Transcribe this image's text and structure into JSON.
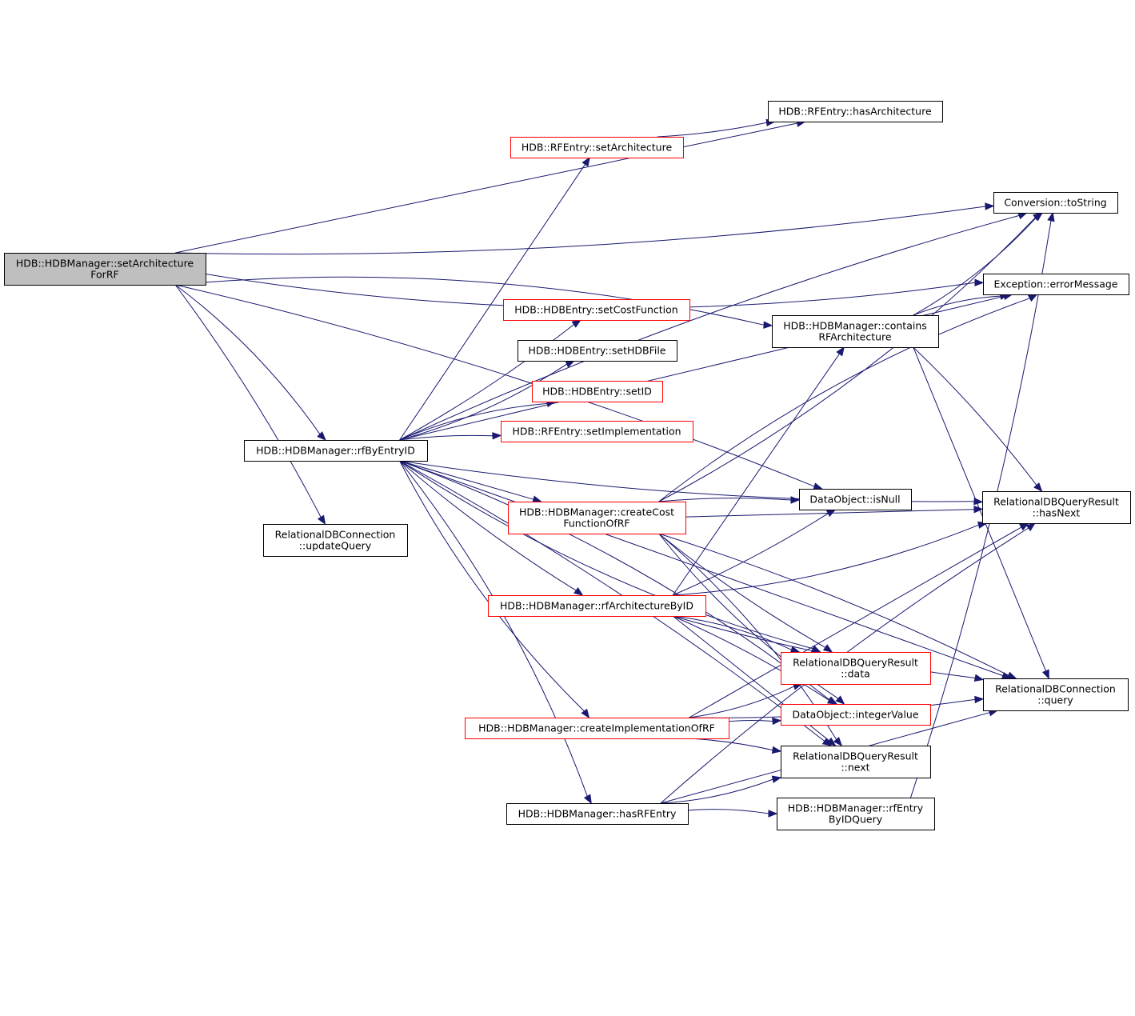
{
  "colors": {
    "edge": "#191970",
    "node_border": "#000000",
    "node_border_missing": "#ff0000",
    "root_fill": "#bfbfbf"
  },
  "nodes": {
    "root": {
      "lines": [
        "HDB::HDBManager::setArchitecture",
        "ForRF"
      ],
      "style": "root"
    },
    "rfById": {
      "lines": [
        "HDB::HDBManager::rfByEntryID"
      ],
      "style": "normal"
    },
    "updQ": {
      "lines": [
        "RelationalDBConnection",
        "::updateQuery"
      ],
      "style": "normal"
    },
    "rfHasA": {
      "lines": [
        "HDB::RFEntry::hasArchitecture"
      ],
      "style": "normal"
    },
    "rfSetA": {
      "lines": [
        "HDB::RFEntry::setArchitecture"
      ],
      "style": "red"
    },
    "setCost": {
      "lines": [
        "HDB::HDBEntry::setCostFunction"
      ],
      "style": "red"
    },
    "setHDB": {
      "lines": [
        "HDB::HDBEntry::setHDBFile"
      ],
      "style": "normal"
    },
    "setID": {
      "lines": [
        "HDB::HDBEntry::setID"
      ],
      "style": "red"
    },
    "setImpl": {
      "lines": [
        "HDB::RFEntry::setImplementation"
      ],
      "style": "red"
    },
    "createCF": {
      "lines": [
        "HDB::HDBManager::createCost",
        "FunctionOfRF"
      ],
      "style": "red"
    },
    "rfArch": {
      "lines": [
        "HDB::HDBManager::rfArchitectureByID"
      ],
      "style": "red"
    },
    "createIm": {
      "lines": [
        "HDB::HDBManager::createImplementationOfRF"
      ],
      "style": "red"
    },
    "hasRF": {
      "lines": [
        "HDB::HDBManager::hasRFEntry"
      ],
      "style": "normal"
    },
    "contains": {
      "lines": [
        "HDB::HDBManager::contains",
        "RFArchitecture"
      ],
      "style": "normal"
    },
    "isNull": {
      "lines": [
        "DataObject::isNull"
      ],
      "style": "normal"
    },
    "qrData": {
      "lines": [
        "RelationalDBQueryResult",
        "::data"
      ],
      "style": "red"
    },
    "intVal": {
      "lines": [
        "DataObject::integerValue"
      ],
      "style": "red"
    },
    "qrNext": {
      "lines": [
        "RelationalDBQueryResult",
        "::next"
      ],
      "style": "normal"
    },
    "rfEntryQ": {
      "lines": [
        "HDB::HDBManager::rfEntry",
        "ByIDQuery"
      ],
      "style": "normal"
    },
    "toStr": {
      "lines": [
        "Conversion::toString"
      ],
      "style": "normal"
    },
    "errMsg": {
      "lines": [
        "Exception::errorMessage"
      ],
      "style": "normal"
    },
    "hasNext": {
      "lines": [
        "RelationalDBQueryResult",
        "::hasNext"
      ],
      "style": "normal"
    },
    "query": {
      "lines": [
        "RelationalDBConnection",
        "::query"
      ],
      "style": "normal"
    }
  },
  "edges": [
    [
      "root",
      "rfById"
    ],
    [
      "root",
      "updQ"
    ],
    [
      "root",
      "rfHasA"
    ],
    [
      "root",
      "toStr"
    ],
    [
      "root",
      "errMsg"
    ],
    [
      "root",
      "contains"
    ],
    [
      "root",
      "isNull"
    ],
    [
      "rfById",
      "rfSetA"
    ],
    [
      "rfById",
      "setCost"
    ],
    [
      "rfById",
      "setHDB"
    ],
    [
      "rfById",
      "setID"
    ],
    [
      "rfById",
      "setImpl"
    ],
    [
      "rfById",
      "createCF"
    ],
    [
      "rfById",
      "rfArch"
    ],
    [
      "rfById",
      "createIm"
    ],
    [
      "rfById",
      "hasRF"
    ],
    [
      "rfById",
      "toStr"
    ],
    [
      "rfById",
      "errMsg"
    ],
    [
      "rfById",
      "hasNext"
    ],
    [
      "rfById",
      "qrData"
    ],
    [
      "rfById",
      "intVal"
    ],
    [
      "rfById",
      "qrNext"
    ],
    [
      "rfById",
      "query"
    ],
    [
      "rfSetA",
      "rfHasA"
    ],
    [
      "createCF",
      "toStr"
    ],
    [
      "createCF",
      "errMsg"
    ],
    [
      "createCF",
      "isNull"
    ],
    [
      "createCF",
      "hasNext"
    ],
    [
      "createCF",
      "qrData"
    ],
    [
      "createCF",
      "intVal"
    ],
    [
      "createCF",
      "qrNext"
    ],
    [
      "createCF",
      "query"
    ],
    [
      "rfArch",
      "contains"
    ],
    [
      "rfArch",
      "isNull"
    ],
    [
      "rfArch",
      "hasNext"
    ],
    [
      "rfArch",
      "qrData"
    ],
    [
      "rfArch",
      "intVal"
    ],
    [
      "rfArch",
      "qrNext"
    ],
    [
      "rfArch",
      "query"
    ],
    [
      "createIm",
      "qrData"
    ],
    [
      "createIm",
      "intVal"
    ],
    [
      "createIm",
      "qrNext"
    ],
    [
      "createIm",
      "hasNext"
    ],
    [
      "createIm",
      "query"
    ],
    [
      "hasRF",
      "qrNext"
    ],
    [
      "hasRF",
      "rfEntryQ"
    ],
    [
      "hasRF",
      "hasNext"
    ],
    [
      "hasRF",
      "query"
    ],
    [
      "rfEntryQ",
      "toStr"
    ],
    [
      "contains",
      "toStr"
    ],
    [
      "contains",
      "errMsg"
    ],
    [
      "contains",
      "hasNext"
    ],
    [
      "contains",
      "query"
    ]
  ]
}
